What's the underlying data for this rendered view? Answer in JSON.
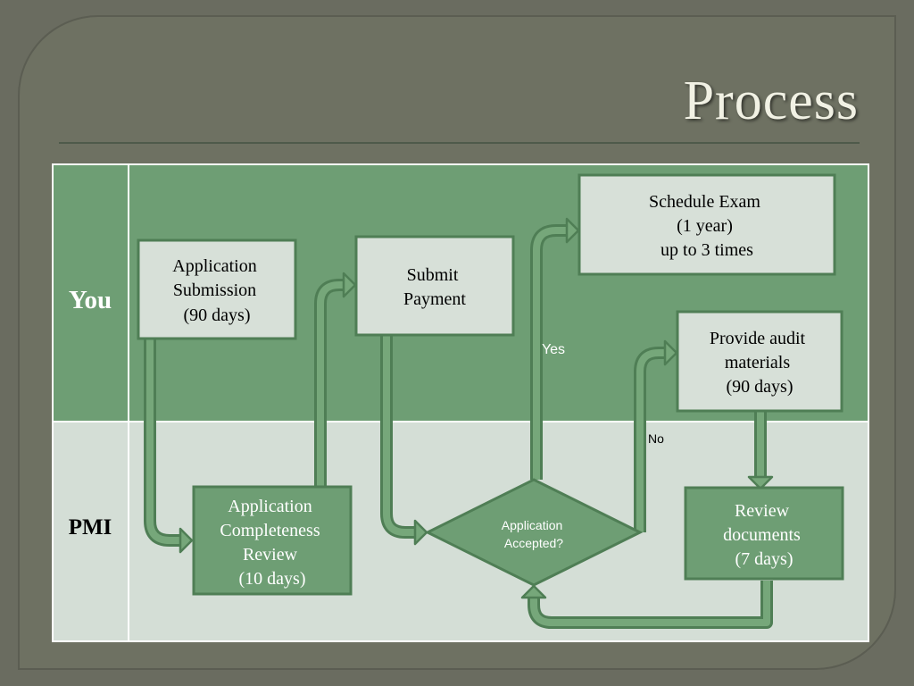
{
  "slide": {
    "title": "Process"
  },
  "lanes": {
    "you": "You",
    "pmi": "PMI"
  },
  "nodes": {
    "application_submission": [
      "Application",
      "Submission",
      "(90 days)"
    ],
    "submit_payment": [
      "Submit",
      "Payment"
    ],
    "schedule_exam": [
      "Schedule Exam",
      "(1 year)",
      "up to 3 times"
    ],
    "provide_audit": [
      "Provide audit",
      "materials",
      "(90 days)"
    ],
    "completeness_review": [
      "Application",
      "Completeness",
      "Review",
      "(10 days)"
    ],
    "decision": [
      "Application",
      "Accepted?"
    ],
    "review_documents": [
      "Review",
      "documents",
      "(7 days)"
    ]
  },
  "edge_labels": {
    "yes": "Yes",
    "no": "No"
  },
  "colors": {
    "slide_background": "#6e7162",
    "lane_you": "#6e9e74",
    "lane_pmi": "#d4ded6",
    "light_box": "#d7e0d8",
    "dark_box": "#6e9e74",
    "box_border": "#4f7e55",
    "arrow_fill": "#76a77a",
    "arrow_outline": "#4f7e55",
    "title_text": "#f1f1e4"
  }
}
